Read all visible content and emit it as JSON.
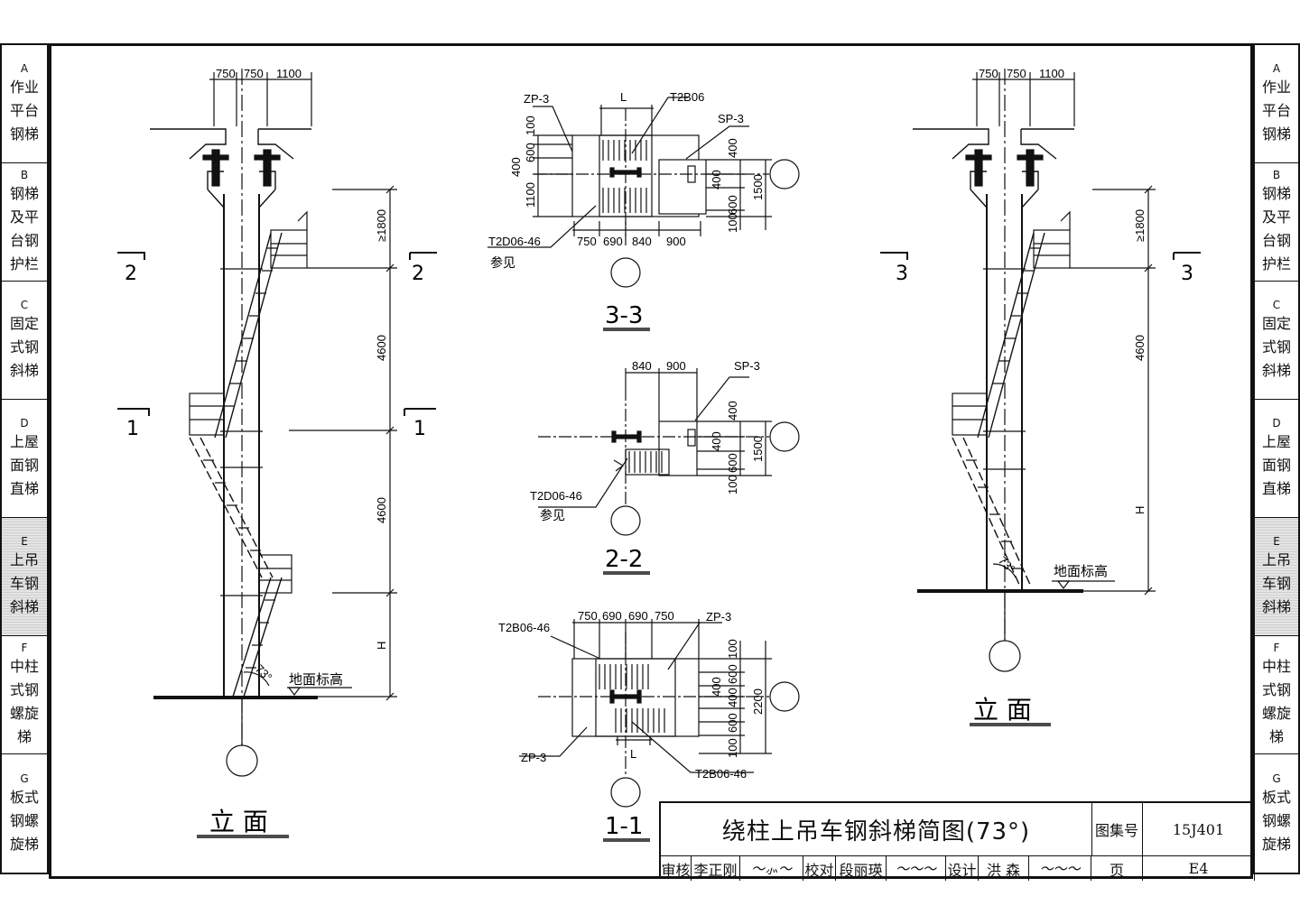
{
  "side_tabs": [
    {
      "letter": "A",
      "label": "作业\n平台\n钢梯",
      "active": false
    },
    {
      "letter": "B",
      "label": "钢梯\n及平\n台钢\n护栏",
      "active": false
    },
    {
      "letter": "C",
      "label": "固定\n式钢\n斜梯",
      "active": false
    },
    {
      "letter": "D",
      "label": "上屋\n面钢\n直梯",
      "active": false
    },
    {
      "letter": "E",
      "label": "上吊\n车钢\n斜梯",
      "active": true
    },
    {
      "letter": "F",
      "label": "中柱\n式钢\n螺旋\n梯",
      "active": false
    },
    {
      "letter": "G",
      "label": "板式\n钢螺\n旋梯",
      "active": false
    }
  ],
  "left_elevation": {
    "top_dims": [
      "750",
      "750",
      "1100"
    ],
    "vertical_dims": [
      "≥1800",
      "4600",
      "4600",
      "H"
    ],
    "section_marks": [
      "2",
      "2",
      "1",
      "1"
    ],
    "angle": "73°",
    "ground_label": "地面标高",
    "caption": "立 面"
  },
  "right_elevation": {
    "top_dims": [
      "750",
      "750",
      "1100"
    ],
    "vertical_dims": [
      "≥1800",
      "4600",
      "H"
    ],
    "section_marks": [
      "3",
      "3"
    ],
    "angle": "73°",
    "ground_label": "地面标高",
    "caption": "立 面"
  },
  "section_3_3": {
    "labels": [
      "ZP-3",
      "T2B06",
      "SP-3",
      "T2D06-46",
      "参见",
      "L"
    ],
    "left_dims": [
      "100",
      "600",
      "400",
      "1100"
    ],
    "right_dims": [
      "400",
      "400",
      "600",
      "100",
      "1500"
    ],
    "bottom_dims": [
      "750",
      "690",
      "840",
      "900"
    ],
    "caption": "3-3"
  },
  "section_2_2": {
    "labels": [
      "SP-3",
      "T2D06-46",
      "参见"
    ],
    "top_dims": [
      "840",
      "900"
    ],
    "right_dims": [
      "400",
      "400",
      "600",
      "100",
      "1500"
    ],
    "caption": "2-2"
  },
  "section_1_1": {
    "labels": [
      "T2B06-46",
      "ZP-3",
      "ZP-3",
      "T2B06-46",
      "L"
    ],
    "top_dims": [
      "750",
      "690",
      "690",
      "750"
    ],
    "right_dims": [
      "100",
      "600",
      "400",
      "400",
      "600",
      "100",
      "2200"
    ],
    "caption": "1-1"
  },
  "title_block": {
    "title": "绕柱上吊车钢斜梯简图(73°)",
    "atlas_label": "图集号",
    "atlas_no": "15J401",
    "page_label": "页",
    "page_no": "E4",
    "review_label": "审核",
    "reviewer": "李正刚",
    "check_label": "校对",
    "checker": "段丽瑛",
    "design_label": "设计",
    "designer": "洪 森"
  }
}
